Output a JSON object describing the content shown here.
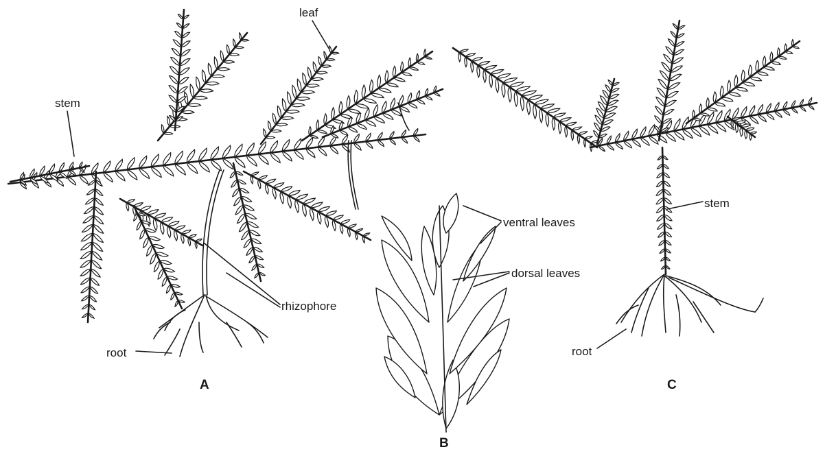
{
  "figure": {
    "labels": {
      "leaf": "leaf",
      "stem_a": "stem",
      "rhizophore": "rhizophore",
      "root_a": "root",
      "ventral_leaves": "ventral leaves",
      "dorsal_leaves": "dorsal leaves",
      "stem_c": "stem",
      "root_c": "root"
    },
    "panels": {
      "a": "A",
      "b": "B",
      "c": "C"
    }
  }
}
